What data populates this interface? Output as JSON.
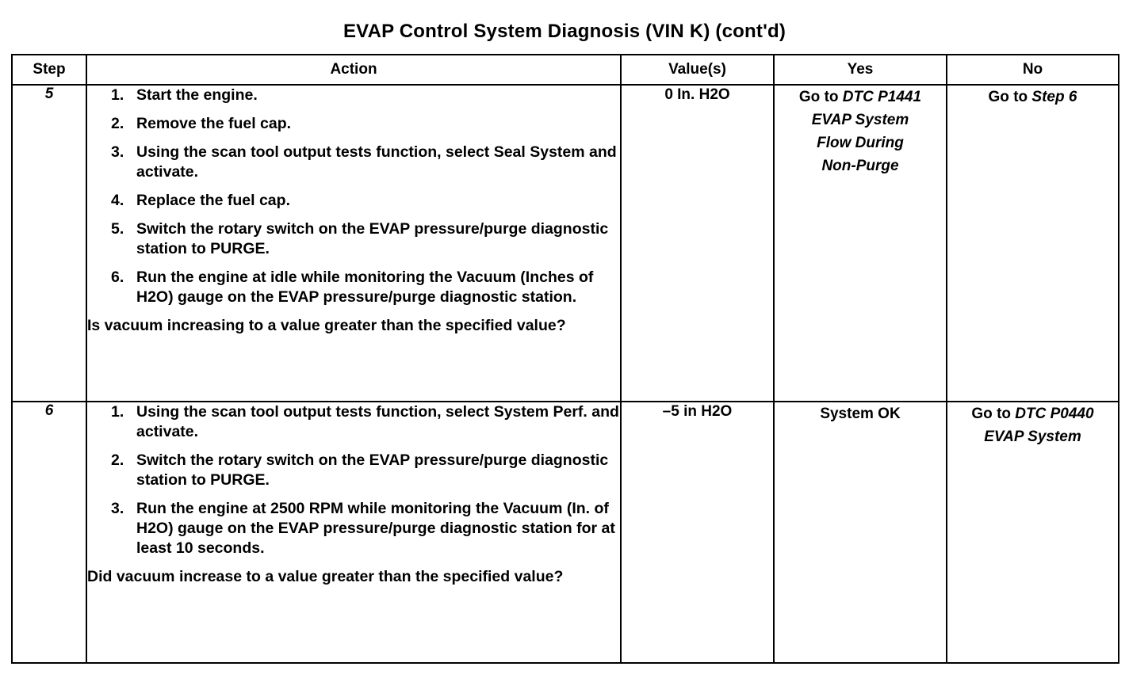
{
  "document": {
    "title": "EVAP Control System Diagnosis (VIN K) (cont'd)"
  },
  "table": {
    "headers": {
      "step": "Step",
      "action": "Action",
      "value": "Value(s)",
      "yes": "Yes",
      "no": "No"
    },
    "rows": [
      {
        "step": "5",
        "actions": [
          {
            "num": "1.",
            "text": "Start the engine."
          },
          {
            "num": "2.",
            "text": "Remove the fuel cap."
          },
          {
            "num": "3.",
            "text": "Using the scan tool output tests function, select Seal System and activate."
          },
          {
            "num": "4.",
            "text": "Replace the fuel cap."
          },
          {
            "num": "5.",
            "text": "Switch the rotary switch on the EVAP pressure/purge diagnostic station to PURGE."
          },
          {
            "num": "6.",
            "text": "Run the engine at idle while monitoring the Vacuum (Inches of H2O) gauge on the EVAP pressure/purge diagnostic station."
          }
        ],
        "question": "Is vacuum increasing to a value greater than the specified value?",
        "value": "0 In. H2O",
        "yes": {
          "lines": [
            {
              "plain": "Go to ",
              "italic": "DTC P1441"
            },
            {
              "plain": "",
              "italic": "EVAP System"
            },
            {
              "plain": "",
              "italic": "Flow During"
            },
            {
              "plain": "",
              "italic": "Non-Purge"
            }
          ]
        },
        "no": {
          "lines": [
            {
              "plain": "Go to ",
              "italic": "Step 6"
            }
          ]
        }
      },
      {
        "step": "6",
        "actions": [
          {
            "num": "1.",
            "text": "Using the scan tool output tests function, select System Perf. and activate."
          },
          {
            "num": "2.",
            "text": "Switch the rotary switch on the EVAP pressure/purge diagnostic station to PURGE."
          },
          {
            "num": "3.",
            "text": "Run the engine at 2500 RPM while monitoring the Vacuum (In. of H2O) gauge on the EVAP pressure/purge diagnostic station for at least 10 seconds."
          }
        ],
        "question": "Did vacuum increase to a value greater than the specified value?",
        "value": "–5 in H2O",
        "yes": {
          "lines": [
            {
              "plain": "System OK",
              "italic": ""
            }
          ]
        },
        "no": {
          "lines": [
            {
              "plain": "Go to ",
              "italic": "DTC P0440"
            },
            {
              "plain": "",
              "italic": "EVAP System"
            }
          ]
        }
      }
    ]
  },
  "colors": {
    "ink": "#000000",
    "paper": "#ffffff"
  }
}
